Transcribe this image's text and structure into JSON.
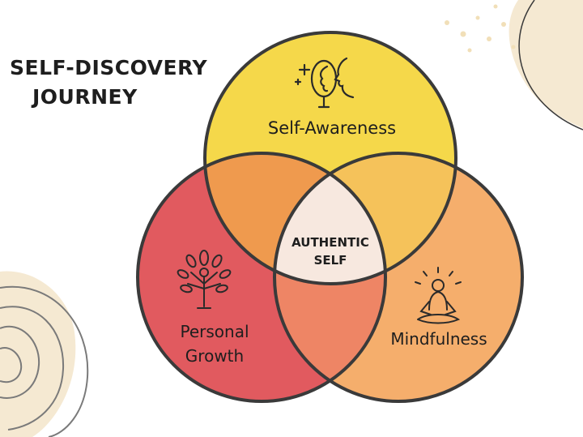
{
  "title": {
    "line1": "SELF-DISCOVERY",
    "line2": "JOURNEY"
  },
  "circles": {
    "top": {
      "label": "Self-Awareness",
      "icon": "mirror-face-icon",
      "color": "#f5d84a"
    },
    "left": {
      "label_line1": "Personal",
      "label_line2": "Growth",
      "icon": "tree-person-icon",
      "color": "#e15a5f"
    },
    "right": {
      "label": "Mindfulness",
      "icon": "meditation-icon",
      "color": "#f5ae6c"
    }
  },
  "center": {
    "line1": "AUTHENTIC",
    "line2": "SELF",
    "color": "#f7e8df"
  },
  "overlap_colors": {
    "top_left": "#ef9a4e",
    "top_right": "#f5c25a",
    "left_right": "#ee8565"
  },
  "decor": {
    "blob_color": "#f5e9d2",
    "outline_color": "#3a3a3a"
  }
}
